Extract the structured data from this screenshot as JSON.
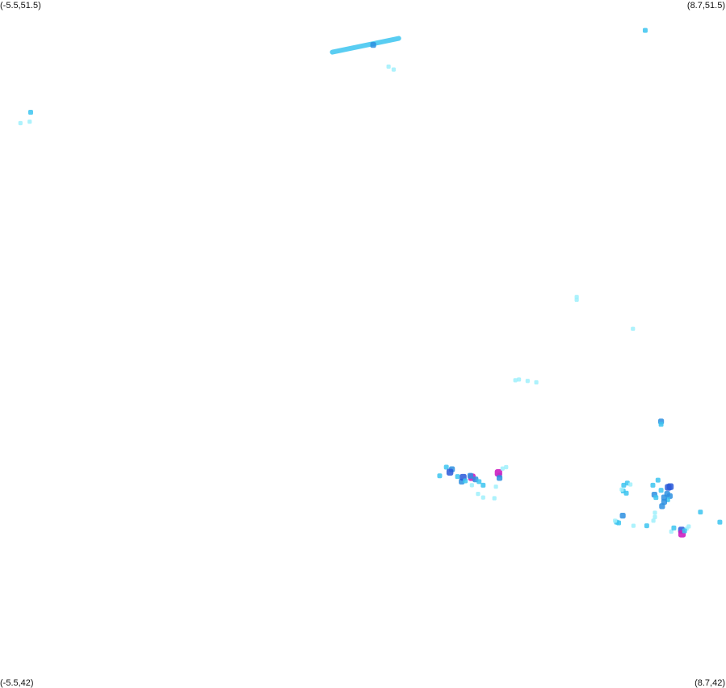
{
  "map": {
    "corner_labels": {
      "top_left": "(-5.5,51.5)",
      "top_right": "(8.7,51.5)",
      "bottom_left": "(-5.5,42)",
      "bottom_right": "(8.7,42)"
    },
    "bounds": {
      "lon_min": -5.5,
      "lon_max": 8.7,
      "lat_min": 42,
      "lat_max": 51.5
    },
    "density_colors": {
      "low": "#9ff0fb",
      "mid": "#3cc4f0",
      "high": "#2d8fe0",
      "very_high": "#2a58d8",
      "peak": "#cc1fc0"
    },
    "strokes": [
      {
        "lon1": 1.0,
        "lat1": 50.78,
        "lon2": 2.3,
        "lat2": 50.97,
        "level": "mid"
      }
    ],
    "points": [
      {
        "lon": 1.8,
        "lat": 50.88,
        "level": "high"
      },
      {
        "lon": 2.1,
        "lat": 50.58,
        "level": "low"
      },
      {
        "lon": 2.2,
        "lat": 50.54,
        "level": "low"
      },
      {
        "lon": 7.12,
        "lat": 51.08,
        "level": "mid"
      },
      {
        "lon": -4.9,
        "lat": 49.95,
        "level": "mid"
      },
      {
        "lon": -5.1,
        "lat": 49.8,
        "level": "low"
      },
      {
        "lon": -4.92,
        "lat": 49.82,
        "level": "low"
      },
      {
        "lon": 5.78,
        "lat": 47.4,
        "level": "low"
      },
      {
        "lon": 5.78,
        "lat": 47.36,
        "level": "low"
      },
      {
        "lon": 6.88,
        "lat": 46.96,
        "level": "low"
      },
      {
        "lon": 4.82,
        "lat": 46.24,
        "level": "low"
      },
      {
        "lon": 4.65,
        "lat": 46.26,
        "level": "low"
      },
      {
        "lon": 4.99,
        "lat": 46.22,
        "level": "low"
      },
      {
        "lon": 4.58,
        "lat": 46.25,
        "level": "low"
      },
      {
        "lon": 7.43,
        "lat": 45.68,
        "level": "high"
      },
      {
        "lon": 7.43,
        "lat": 45.64,
        "level": "mid"
      },
      {
        "lon": 3.23,
        "lat": 45.05,
        "level": "mid"
      },
      {
        "lon": 3.34,
        "lat": 45.02,
        "level": "high"
      },
      {
        "lon": 3.3,
        "lat": 44.98,
        "level": "very_high"
      },
      {
        "lon": 3.1,
        "lat": 44.93,
        "level": "mid"
      },
      {
        "lon": 3.45,
        "lat": 44.92,
        "level": "mid"
      },
      {
        "lon": 3.53,
        "lat": 44.85,
        "level": "high"
      },
      {
        "lon": 3.56,
        "lat": 44.91,
        "level": "very_high"
      },
      {
        "lon": 3.73,
        "lat": 44.91,
        "level": "peak"
      },
      {
        "lon": 3.7,
        "lat": 44.93,
        "level": "high"
      },
      {
        "lon": 3.6,
        "lat": 44.86,
        "level": "mid"
      },
      {
        "lon": 3.8,
        "lat": 44.88,
        "level": "high"
      },
      {
        "lon": 3.87,
        "lat": 44.85,
        "level": "mid"
      },
      {
        "lon": 3.73,
        "lat": 44.8,
        "level": "low"
      },
      {
        "lon": 3.95,
        "lat": 44.8,
        "level": "mid"
      },
      {
        "lon": 3.85,
        "lat": 44.68,
        "level": "low"
      },
      {
        "lon": 3.95,
        "lat": 44.63,
        "level": "low"
      },
      {
        "lon": 4.17,
        "lat": 44.62,
        "level": "low"
      },
      {
        "lon": 4.2,
        "lat": 44.78,
        "level": "low"
      },
      {
        "lon": 4.27,
        "lat": 44.94,
        "level": "mid"
      },
      {
        "lon": 4.25,
        "lat": 44.97,
        "level": "peak"
      },
      {
        "lon": 4.27,
        "lat": 44.9,
        "level": "high"
      },
      {
        "lon": 4.4,
        "lat": 45.05,
        "level": "low"
      },
      {
        "lon": 4.33,
        "lat": 45.03,
        "level": "low"
      },
      {
        "lon": 6.7,
        "lat": 44.8,
        "level": "mid"
      },
      {
        "lon": 6.77,
        "lat": 44.83,
        "level": "mid"
      },
      {
        "lon": 6.83,
        "lat": 44.81,
        "level": "low"
      },
      {
        "lon": 6.69,
        "lat": 44.72,
        "level": "mid"
      },
      {
        "lon": 6.75,
        "lat": 44.69,
        "level": "mid"
      },
      {
        "lon": 6.66,
        "lat": 44.74,
        "level": "low"
      },
      {
        "lon": 7.27,
        "lat": 44.8,
        "level": "mid"
      },
      {
        "lon": 7.37,
        "lat": 44.87,
        "level": "mid"
      },
      {
        "lon": 7.43,
        "lat": 44.73,
        "level": "mid"
      },
      {
        "lon": 7.3,
        "lat": 44.67,
        "level": "high"
      },
      {
        "lon": 7.33,
        "lat": 44.63,
        "level": "mid"
      },
      {
        "lon": 7.57,
        "lat": 44.77,
        "level": "very_high"
      },
      {
        "lon": 7.61,
        "lat": 44.78,
        "level": "very_high"
      },
      {
        "lon": 7.55,
        "lat": 44.68,
        "level": "high"
      },
      {
        "lon": 7.6,
        "lat": 44.65,
        "level": "high"
      },
      {
        "lon": 7.56,
        "lat": 44.6,
        "level": "mid"
      },
      {
        "lon": 7.49,
        "lat": 44.57,
        "level": "high"
      },
      {
        "lon": 7.49,
        "lat": 44.63,
        "level": "high"
      },
      {
        "lon": 7.45,
        "lat": 44.51,
        "level": "high"
      },
      {
        "lon": 7.31,
        "lat": 44.42,
        "level": "low"
      },
      {
        "lon": 7.31,
        "lat": 44.36,
        "level": "low"
      },
      {
        "lon": 7.28,
        "lat": 44.31,
        "level": "low"
      },
      {
        "lon": 6.68,
        "lat": 44.38,
        "level": "high"
      },
      {
        "lon": 6.56,
        "lat": 44.29,
        "level": "mid"
      },
      {
        "lon": 6.6,
        "lat": 44.28,
        "level": "mid"
      },
      {
        "lon": 6.53,
        "lat": 44.31,
        "level": "low"
      },
      {
        "lon": 6.89,
        "lat": 44.24,
        "level": "low"
      },
      {
        "lon": 7.15,
        "lat": 44.24,
        "level": "mid"
      },
      {
        "lon": 7.63,
        "lat": 44.16,
        "level": "low"
      },
      {
        "lon": 7.68,
        "lat": 44.21,
        "level": "mid"
      },
      {
        "lon": 7.83,
        "lat": 44.18,
        "level": "very_high"
      },
      {
        "lon": 7.84,
        "lat": 44.13,
        "level": "peak"
      },
      {
        "lon": 7.93,
        "lat": 44.2,
        "level": "low"
      },
      {
        "lon": 7.97,
        "lat": 44.23,
        "level": "low"
      },
      {
        "lon": 7.89,
        "lat": 44.17,
        "level": "mid"
      },
      {
        "lon": 8.2,
        "lat": 44.43,
        "level": "mid"
      },
      {
        "lon": 8.58,
        "lat": 44.29,
        "level": "mid"
      }
    ]
  }
}
